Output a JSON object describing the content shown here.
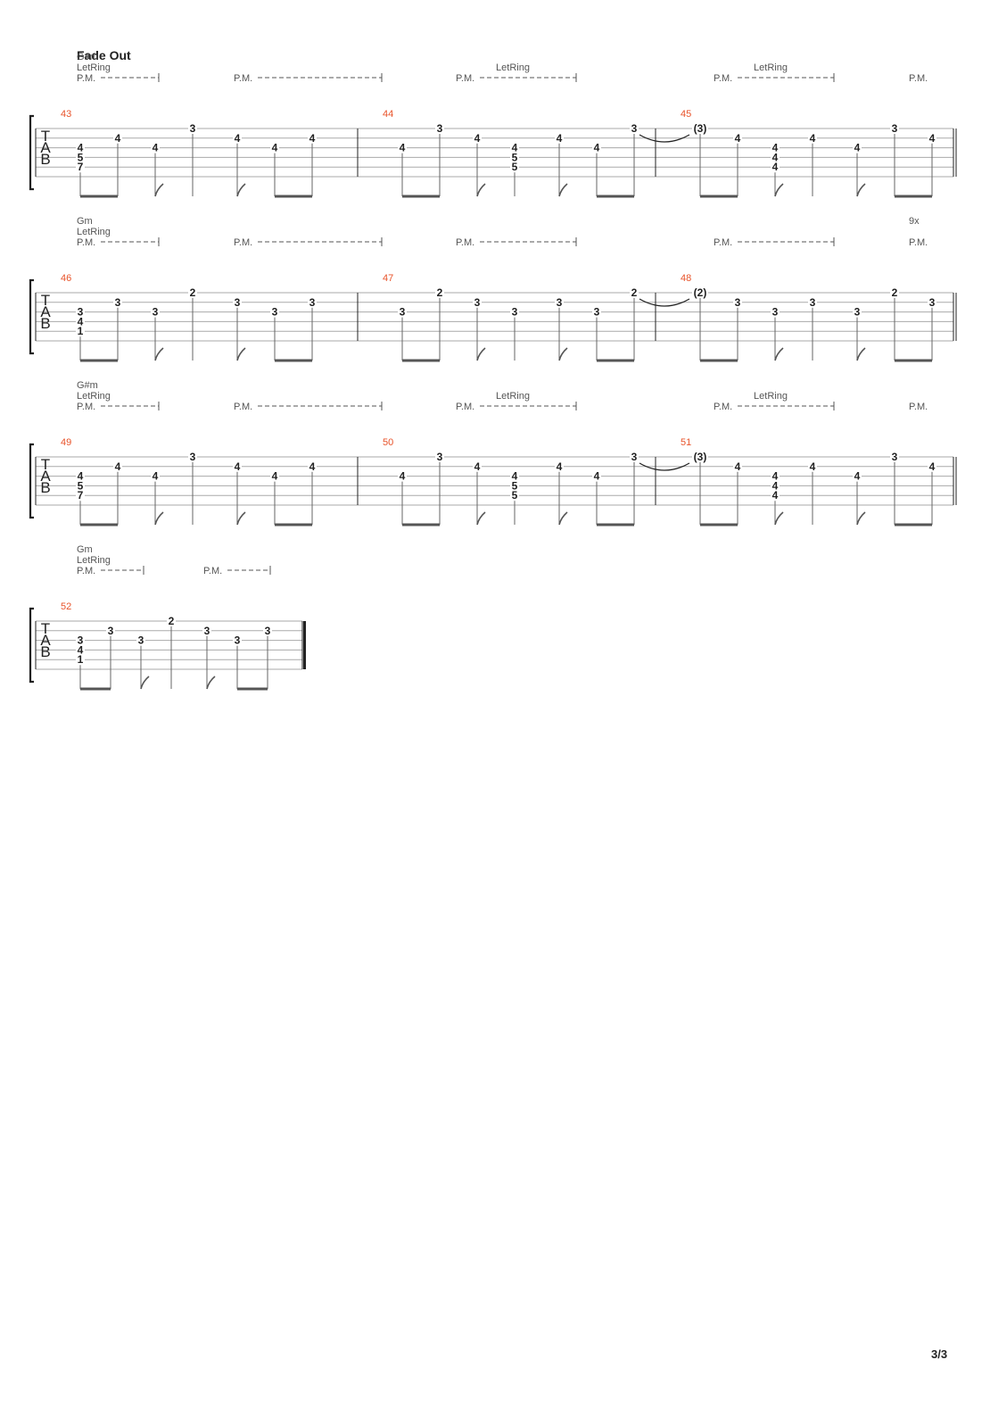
{
  "section": {
    "title": "Fade Out"
  },
  "page_number": "3/3",
  "tab_clef": [
    "T",
    "A",
    "B"
  ],
  "labels": {
    "pm": "P.M.",
    "let_ring": "LetRing"
  },
  "colors": {
    "measure_number": "#e8532a",
    "ink": "#222222",
    "staff_line": "#aaaaaa"
  },
  "systems": [
    {
      "chord": "G#m",
      "let_ring_first": true,
      "repeat": null,
      "final_barline": false,
      "pm_count": 5,
      "extra_let_ring_above_pm": [
        2,
        3
      ],
      "measures": [
        {
          "number": "43",
          "notes": [
            {
              "beat": 0,
              "frets": [
                {
                  "s": 3,
                  "f": "4"
                },
                {
                  "s": 4,
                  "f": "5"
                },
                {
                  "s": 5,
                  "f": "7"
                }
              ]
            },
            {
              "beat": 1,
              "frets": [
                {
                  "s": 2,
                  "f": "4"
                }
              ]
            },
            {
              "beat": 2,
              "frets": [
                {
                  "s": 3,
                  "f": "4"
                }
              ]
            },
            {
              "beat": 3,
              "frets": [
                {
                  "s": 1,
                  "f": "3"
                }
              ]
            },
            {
              "beat": 4,
              "frets": [
                {
                  "s": 2,
                  "f": "4"
                }
              ]
            },
            {
              "beat": 5,
              "frets": [
                {
                  "s": 3,
                  "f": "4"
                }
              ]
            },
            {
              "beat": 6,
              "frets": [
                {
                  "s": 2,
                  "f": "4"
                }
              ]
            }
          ]
        },
        {
          "number": "44",
          "notes": [
            {
              "beat": 0,
              "frets": [
                {
                  "s": 3,
                  "f": "4"
                }
              ]
            },
            {
              "beat": 1,
              "frets": [
                {
                  "s": 1,
                  "f": "3"
                }
              ]
            },
            {
              "beat": 2,
              "frets": [
                {
                  "s": 2,
                  "f": "4"
                }
              ]
            },
            {
              "beat": 3,
              "frets": [
                {
                  "s": 3,
                  "f": "4"
                },
                {
                  "s": 4,
                  "f": "5"
                },
                {
                  "s": 5,
                  "f": "5"
                }
              ]
            },
            {
              "beat": 4,
              "frets": [
                {
                  "s": 2,
                  "f": "4"
                }
              ]
            },
            {
              "beat": 5,
              "frets": [
                {
                  "s": 3,
                  "f": "4"
                }
              ]
            },
            {
              "beat": 6,
              "frets": [
                {
                  "s": 1,
                  "f": "3"
                }
              ]
            }
          ]
        },
        {
          "number": "45",
          "notes": [
            {
              "beat": 0,
              "frets": [
                {
                  "s": 1,
                  "f": "(3)"
                }
              ]
            },
            {
              "beat": 1,
              "frets": [
                {
                  "s": 2,
                  "f": "4"
                }
              ]
            },
            {
              "beat": 2,
              "frets": [
                {
                  "s": 3,
                  "f": "4"
                },
                {
                  "s": 4,
                  "f": "4"
                },
                {
                  "s": 5,
                  "f": "4"
                }
              ]
            },
            {
              "beat": 3,
              "frets": [
                {
                  "s": 2,
                  "f": "4"
                }
              ]
            },
            {
              "beat": 4,
              "frets": [
                {
                  "s": 3,
                  "f": "4"
                }
              ]
            },
            {
              "beat": 5,
              "frets": [
                {
                  "s": 1,
                  "f": "3"
                }
              ]
            },
            {
              "beat": 6,
              "frets": [
                {
                  "s": 2,
                  "f": "4"
                }
              ]
            }
          ]
        }
      ]
    },
    {
      "chord": "Gm",
      "let_ring_first": true,
      "repeat": "9x",
      "final_barline": false,
      "pm_count": 5,
      "extra_let_ring_above_pm": [],
      "measures": [
        {
          "number": "46",
          "notes": [
            {
              "beat": 0,
              "frets": [
                {
                  "s": 3,
                  "f": "3"
                },
                {
                  "s": 4,
                  "f": "4"
                },
                {
                  "s": 5,
                  "f": "1"
                }
              ]
            },
            {
              "beat": 1,
              "frets": [
                {
                  "s": 2,
                  "f": "3"
                }
              ]
            },
            {
              "beat": 2,
              "frets": [
                {
                  "s": 3,
                  "f": "3"
                }
              ]
            },
            {
              "beat": 3,
              "frets": [
                {
                  "s": 1,
                  "f": "2"
                }
              ]
            },
            {
              "beat": 4,
              "frets": [
                {
                  "s": 2,
                  "f": "3"
                }
              ]
            },
            {
              "beat": 5,
              "frets": [
                {
                  "s": 3,
                  "f": "3"
                }
              ]
            },
            {
              "beat": 6,
              "frets": [
                {
                  "s": 2,
                  "f": "3"
                }
              ]
            }
          ]
        },
        {
          "number": "47",
          "notes": [
            {
              "beat": 0,
              "frets": [
                {
                  "s": 3,
                  "f": "3"
                }
              ]
            },
            {
              "beat": 1,
              "frets": [
                {
                  "s": 1,
                  "f": "2"
                }
              ]
            },
            {
              "beat": 2,
              "frets": [
                {
                  "s": 2,
                  "f": "3"
                }
              ]
            },
            {
              "beat": 3,
              "frets": [
                {
                  "s": 3,
                  "f": "3"
                }
              ]
            },
            {
              "beat": 4,
              "frets": [
                {
                  "s": 2,
                  "f": "3"
                }
              ]
            },
            {
              "beat": 5,
              "frets": [
                {
                  "s": 3,
                  "f": "3"
                }
              ]
            },
            {
              "beat": 6,
              "frets": [
                {
                  "s": 1,
                  "f": "2"
                }
              ]
            }
          ]
        },
        {
          "number": "48",
          "notes": [
            {
              "beat": 0,
              "frets": [
                {
                  "s": 1,
                  "f": "(2)"
                }
              ]
            },
            {
              "beat": 1,
              "frets": [
                {
                  "s": 2,
                  "f": "3"
                }
              ]
            },
            {
              "beat": 2,
              "frets": [
                {
                  "s": 3,
                  "f": "3"
                }
              ]
            },
            {
              "beat": 3,
              "frets": [
                {
                  "s": 2,
                  "f": "3"
                }
              ]
            },
            {
              "beat": 4,
              "frets": [
                {
                  "s": 3,
                  "f": "3"
                }
              ]
            },
            {
              "beat": 5,
              "frets": [
                {
                  "s": 1,
                  "f": "2"
                }
              ]
            },
            {
              "beat": 6,
              "frets": [
                {
                  "s": 2,
                  "f": "3"
                }
              ]
            }
          ]
        }
      ]
    },
    {
      "chord": "G#m",
      "let_ring_first": true,
      "repeat": null,
      "final_barline": false,
      "pm_count": 5,
      "extra_let_ring_above_pm": [
        2,
        3
      ],
      "measures": [
        {
          "number": "49",
          "notes": [
            {
              "beat": 0,
              "frets": [
                {
                  "s": 3,
                  "f": "4"
                },
                {
                  "s": 4,
                  "f": "5"
                },
                {
                  "s": 5,
                  "f": "7"
                }
              ]
            },
            {
              "beat": 1,
              "frets": [
                {
                  "s": 2,
                  "f": "4"
                }
              ]
            },
            {
              "beat": 2,
              "frets": [
                {
                  "s": 3,
                  "f": "4"
                }
              ]
            },
            {
              "beat": 3,
              "frets": [
                {
                  "s": 1,
                  "f": "3"
                }
              ]
            },
            {
              "beat": 4,
              "frets": [
                {
                  "s": 2,
                  "f": "4"
                }
              ]
            },
            {
              "beat": 5,
              "frets": [
                {
                  "s": 3,
                  "f": "4"
                }
              ]
            },
            {
              "beat": 6,
              "frets": [
                {
                  "s": 2,
                  "f": "4"
                }
              ]
            }
          ]
        },
        {
          "number": "50",
          "notes": [
            {
              "beat": 0,
              "frets": [
                {
                  "s": 3,
                  "f": "4"
                }
              ]
            },
            {
              "beat": 1,
              "frets": [
                {
                  "s": 1,
                  "f": "3"
                }
              ]
            },
            {
              "beat": 2,
              "frets": [
                {
                  "s": 2,
                  "f": "4"
                }
              ]
            },
            {
              "beat": 3,
              "frets": [
                {
                  "s": 3,
                  "f": "4"
                },
                {
                  "s": 4,
                  "f": "5"
                },
                {
                  "s": 5,
                  "f": "5"
                }
              ]
            },
            {
              "beat": 4,
              "frets": [
                {
                  "s": 2,
                  "f": "4"
                }
              ]
            },
            {
              "beat": 5,
              "frets": [
                {
                  "s": 3,
                  "f": "4"
                }
              ]
            },
            {
              "beat": 6,
              "frets": [
                {
                  "s": 1,
                  "f": "3"
                }
              ]
            }
          ]
        },
        {
          "number": "51",
          "notes": [
            {
              "beat": 0,
              "frets": [
                {
                  "s": 1,
                  "f": "(3)"
                }
              ]
            },
            {
              "beat": 1,
              "frets": [
                {
                  "s": 2,
                  "f": "4"
                }
              ]
            },
            {
              "beat": 2,
              "frets": [
                {
                  "s": 3,
                  "f": "4"
                },
                {
                  "s": 4,
                  "f": "4"
                },
                {
                  "s": 5,
                  "f": "4"
                }
              ]
            },
            {
              "beat": 3,
              "frets": [
                {
                  "s": 2,
                  "f": "4"
                }
              ]
            },
            {
              "beat": 4,
              "frets": [
                {
                  "s": 3,
                  "f": "4"
                }
              ]
            },
            {
              "beat": 5,
              "frets": [
                {
                  "s": 1,
                  "f": "3"
                }
              ]
            },
            {
              "beat": 6,
              "frets": [
                {
                  "s": 2,
                  "f": "4"
                }
              ]
            }
          ]
        }
      ]
    },
    {
      "chord": "Gm",
      "let_ring_first": true,
      "repeat": null,
      "final_barline": true,
      "pm_count": 2,
      "extra_let_ring_above_pm": [],
      "measures": [
        {
          "number": "52",
          "notes": [
            {
              "beat": 0,
              "frets": [
                {
                  "s": 3,
                  "f": "3"
                },
                {
                  "s": 4,
                  "f": "4"
                },
                {
                  "s": 5,
                  "f": "1"
                }
              ]
            },
            {
              "beat": 1,
              "frets": [
                {
                  "s": 2,
                  "f": "3"
                }
              ]
            },
            {
              "beat": 2,
              "frets": [
                {
                  "s": 3,
                  "f": "3"
                }
              ]
            },
            {
              "beat": 3,
              "frets": [
                {
                  "s": 1,
                  "f": "2"
                }
              ]
            },
            {
              "beat": 4,
              "frets": [
                {
                  "s": 2,
                  "f": "3"
                }
              ]
            },
            {
              "beat": 5,
              "frets": [
                {
                  "s": 3,
                  "f": "3"
                }
              ]
            },
            {
              "beat": 6,
              "frets": [
                {
                  "s": 2,
                  "f": "3"
                }
              ]
            }
          ]
        }
      ]
    }
  ]
}
